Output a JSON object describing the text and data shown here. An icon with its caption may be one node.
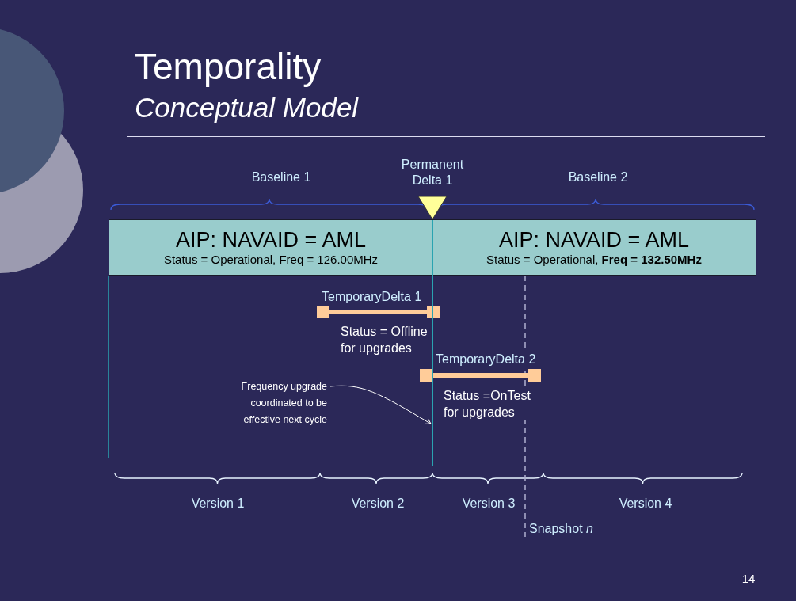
{
  "diagram": {
    "title": "Temporality",
    "nodes": [
      {
        "text": [
          "AIP: NAVAID = AML",
          "Status = Operational, Freq = 126.00MHz"
        ]
      },
      {
        "text": [
          "AIP: NAVAID = AML",
          "Status = Operational, **Freq = 132.50MHz**"
        ]
      },
      {
        "text": [
          "Permanent Delta 1"
        ]
      },
      {
        "text": [
          "TemporaryDelta 1",
          "Status = Offline for upgrades"
        ]
      },
      {
        "text": [
          "TemporaryDelta 2",
          "Status =OnTest for upgrades"
        ]
      },
      {
        "text": [
          "Frequency upgrade coordinated to be effective next cycle"
        ]
      },
      {
        "text": [],
        "shape": "bar"
      }
    ],
    "edges": [
      {
        "from": 5,
        "to": 6,
        "arrow": "to"
      }
    ],
    "labels": [
      "Conceptual Model",
      "Baseline 1",
      "Baseline 2",
      "Version 1",
      "Version 2",
      "Version 3",
      "Version 4",
      "Snapshot *n*",
      "14"
    ]
  }
}
